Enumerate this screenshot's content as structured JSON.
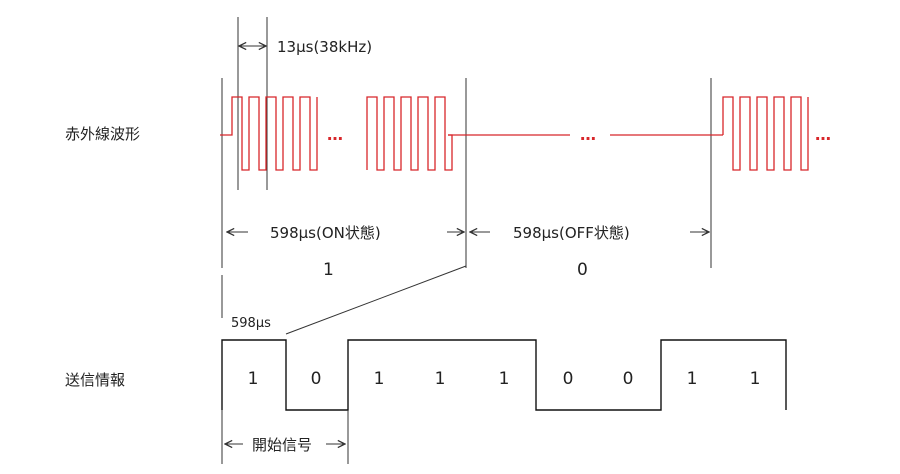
{
  "labels": {
    "ir_waveform": "赤外線波形",
    "transmit_info": "送信情報"
  },
  "annotations": {
    "carrier_period": "13μs(38kHz)",
    "on_duration": "598μs(ON状態)",
    "off_duration": "598μs(OFF状態)",
    "bit_on_value": "1",
    "bit_off_value": "0",
    "bit_width": "598μs",
    "start_signal": "開始信号",
    "ellipsis": "…"
  },
  "bits": [
    "1",
    "0",
    "1",
    "1",
    "1",
    "0",
    "0",
    "1",
    "1"
  ],
  "colors": {
    "waveform": "#d8262a",
    "digital": "#111111",
    "guide": "#333333"
  }
}
